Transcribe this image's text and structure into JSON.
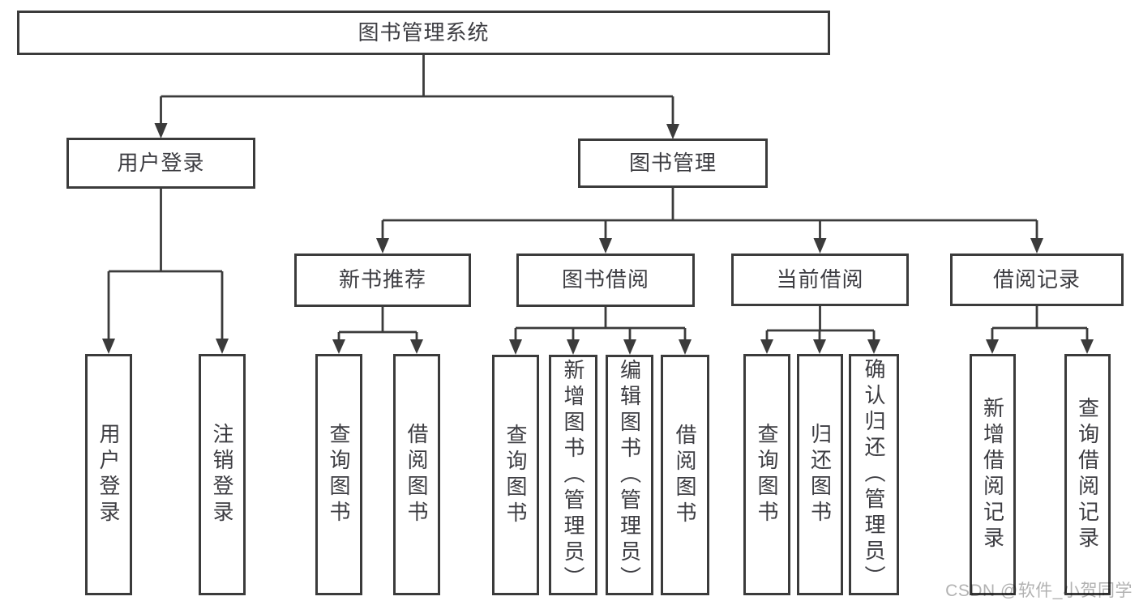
{
  "tree": {
    "label": "图书管理系统",
    "children": [
      {
        "label": "用户登录",
        "children": [
          {
            "label": "用户登录"
          },
          {
            "label": "注销登录"
          }
        ]
      },
      {
        "label": "图书管理",
        "children": [
          {
            "label": "新书推荐",
            "children": [
              {
                "label": "查询图书"
              },
              {
                "label": "借阅图书"
              }
            ]
          },
          {
            "label": "图书借阅",
            "children": [
              {
                "label": "查询图书"
              },
              {
                "label": "新增图书（管理员）"
              },
              {
                "label": "编辑图书（管理员）"
              },
              {
                "label": "借阅图书"
              }
            ]
          },
          {
            "label": "当前借阅",
            "children": [
              {
                "label": "查询图书"
              },
              {
                "label": "归还图书"
              },
              {
                "label": "确认归还（管理员）"
              }
            ]
          },
          {
            "label": "借阅记录",
            "children": [
              {
                "label": "新增借阅记录"
              },
              {
                "label": "查询借阅记录"
              }
            ]
          }
        ]
      }
    ]
  },
  "watermark": "CSDN @软件_小贺同学",
  "colors": {
    "line": "#3b3b3b",
    "text": "#3d3d42",
    "box_background": "#ffffff",
    "watermark": "#b2b2b2"
  }
}
